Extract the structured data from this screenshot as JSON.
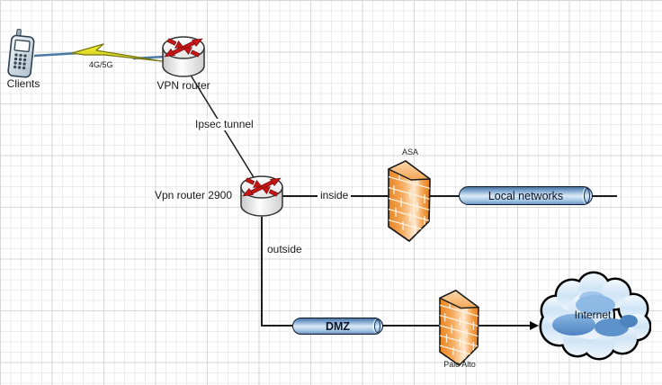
{
  "diagram": {
    "nodes": {
      "clients": {
        "label": "Clients",
        "icon": "mobile-phone"
      },
      "vpn_router": {
        "label": "VPN router",
        "icon": "cisco-router"
      },
      "vpn_router_2900": {
        "label": "Vpn router 2900",
        "icon": "cisco-router"
      },
      "asa_firewall": {
        "label": "ASA",
        "icon": "brick-firewall"
      },
      "local_networks": {
        "label": "Local networks",
        "icon": "pipe-segment"
      },
      "dmz": {
        "label": "DMZ",
        "icon": "pipe-segment"
      },
      "palo_alto_firewall": {
        "label": "Palo Alto",
        "icon": "brick-firewall"
      },
      "internet": {
        "label": "Internet",
        "icon": "cloud"
      }
    },
    "links": {
      "cellular": {
        "label": "4G/5G",
        "style": "lightning-bolt"
      },
      "ipsec": {
        "label": "Ipsec tunnel",
        "style": "solid"
      },
      "inside": {
        "label": "inside",
        "style": "solid"
      },
      "outside": {
        "label": "outside",
        "style": "solid"
      },
      "to_internet": {
        "label": "",
        "style": "solid-arrow"
      }
    },
    "colors": {
      "firewall_orange": "#f0913a",
      "pipe_blue": "#a9c8e8",
      "cloud_blue": "#7fb0e0",
      "bolt_yellow": "#f1ec1f",
      "router_red": "#c41414",
      "wire": "#1c1c1c",
      "grid_minor": "#ebebeb",
      "grid_major": "#d6d6d6"
    }
  }
}
